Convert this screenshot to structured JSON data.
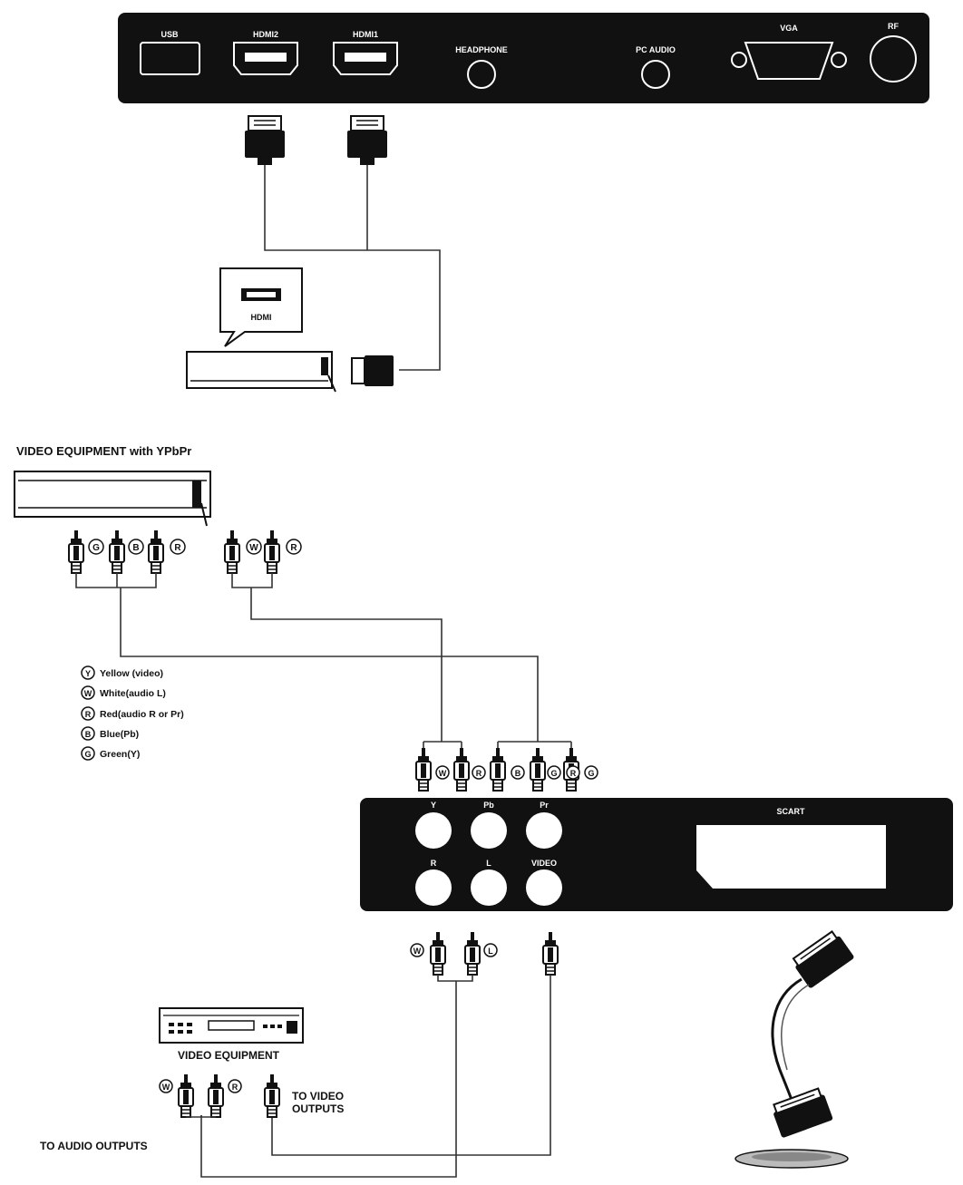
{
  "colors": {
    "panel": "#111111",
    "background": "#ffffff",
    "cable": "#222222"
  },
  "top_panel": {
    "ports": {
      "usb": "USB",
      "hdmi2": "HDMI2",
      "hdmi1": "HDMI1",
      "headphone": "HEADPHONE",
      "pc_audio": "PC AUDIO",
      "vga": "VGA",
      "rf": "RF"
    }
  },
  "hdmi_device": {
    "callout_label": "HDMI"
  },
  "ypbpr_section": {
    "title": "VIDEO EQUIPMENT with YPbPr",
    "component_letters": {
      "g": "G",
      "b": "B",
      "r": "R"
    },
    "audio_letters": {
      "w": "W",
      "r": "R"
    }
  },
  "legend": [
    {
      "letter": "Y",
      "text": "Yellow (video)"
    },
    {
      "letter": "W",
      "text": "White(audio L)"
    },
    {
      "letter": "R",
      "text": "Red(audio R or Pr)"
    },
    {
      "letter": "B",
      "text": "Blue(Pb)"
    },
    {
      "letter": "G",
      "text": "Green(Y)"
    }
  ],
  "connector_row_letters": {
    "w": "W",
    "r": "R",
    "b": "B",
    "g": "G",
    "r2": "R",
    "g2": "G"
  },
  "bottom_panel": {
    "ports": {
      "y": "Y",
      "pb": "Pb",
      "pr": "Pr",
      "r": "R",
      "l": "L",
      "video": "VIDEO",
      "scart": "SCART"
    }
  },
  "av_out_letters": {
    "w": "W",
    "l": "L"
  },
  "video_equipment": {
    "title": "VIDEO EQUIPMENT",
    "letters": {
      "w": "W",
      "r": "R"
    },
    "to_video_line1": "TO VIDEO",
    "to_video_line2": "OUTPUTS",
    "to_audio": "TO AUDIO OUTPUTS"
  }
}
